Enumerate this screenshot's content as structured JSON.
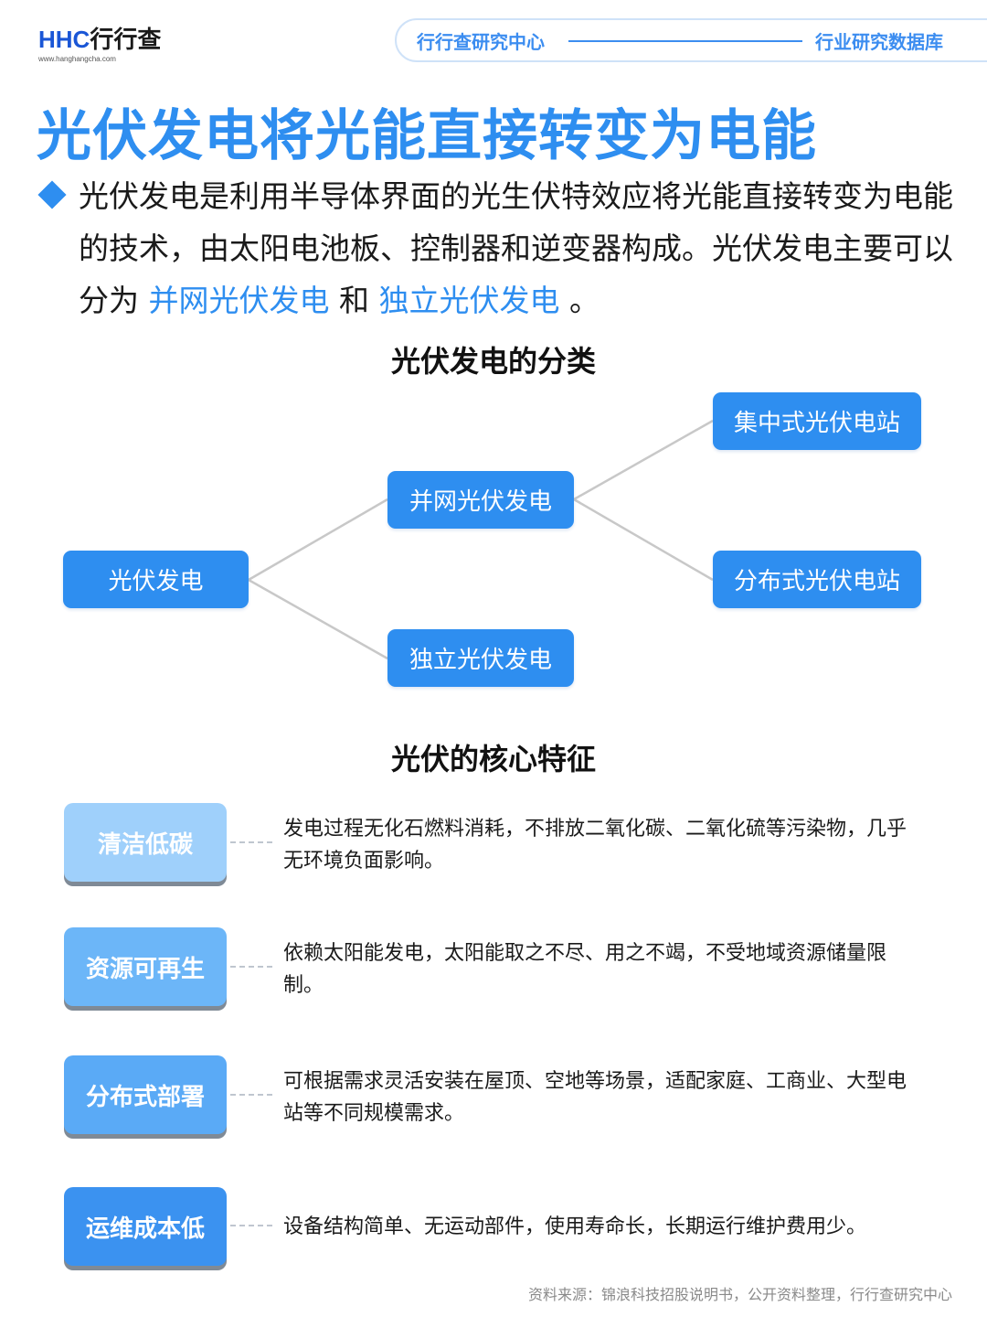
{
  "header": {
    "logo_brand": "HHC",
    "logo_cn": "行行查",
    "logo_url": "www.hanghangcha.com",
    "left_label": "行行查研究中心",
    "right_label": "行业研究数据库"
  },
  "title": "光伏发电将光能直接转变为电能",
  "intro": {
    "text_a": "光伏发电是利用半导体界面的光生伏特效应将光能直接转变为电能的技术，由太阳电池板、控制器和逆变器构成。光伏发电主要可以分为",
    "highlight_1": "并网光伏发电",
    "connector": "和",
    "highlight_2": "独立光伏发电",
    "end": "。"
  },
  "classification": {
    "heading": "光伏发电的分类",
    "root": "光伏发电",
    "branch_grid": "并网光伏发电",
    "branch_standalone": "独立光伏发电",
    "leaf_centralized": "集中式光伏电站",
    "leaf_distributed": "分布式光伏电站"
  },
  "features": {
    "heading": "光伏的核心特征",
    "items": [
      {
        "label": "清洁低碳",
        "desc": "发电过程无化石燃料消耗，不排放二氧化碳、二氧化硫等污染物，几乎无环境负面影响。",
        "color": "#9fd0fb"
      },
      {
        "label": "资源可再生",
        "desc": "依赖太阳能发电，太阳能取之不尽、用之不竭，不受地域资源储量限制。",
        "color": "#6cb6f8"
      },
      {
        "label": "分布式部署",
        "desc": "可根据需求灵活安装在屋顶、空地等场景，适配家庭、工商业、大型电站等不同规模需求。",
        "color": "#5aaaf6"
      },
      {
        "label": "运维成本低",
        "desc": "设备结构简单、无运动部件，使用寿命长，长期运行维护费用少。",
        "color": "#3b92f0"
      }
    ]
  },
  "footer": "资料来源：锦浪科技招股说明书，公开资料整理，行行查研究中心",
  "colors": {
    "accent": "#2e8ef0",
    "text": "#1a1a1a",
    "connector_line": "#c8c8c8"
  }
}
